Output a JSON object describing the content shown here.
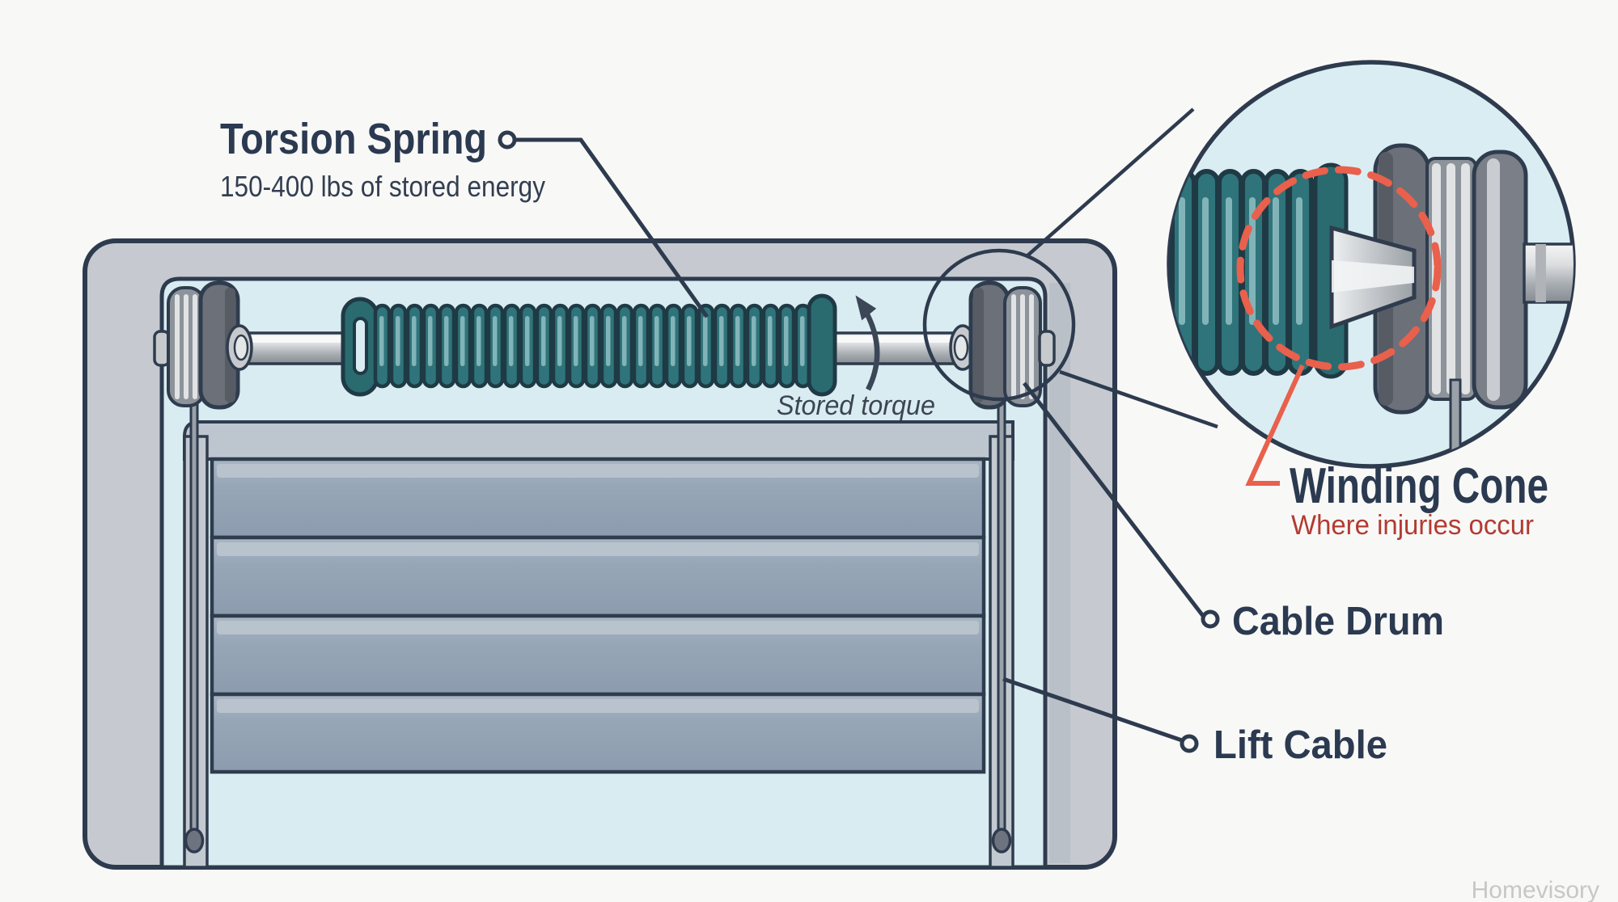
{
  "diagram": {
    "torsion_spring": {
      "title": "Torsion Spring",
      "subtitle": "150-400 lbs of stored energy"
    },
    "stored_torque_label": "Stored torque",
    "winding_cone": {
      "title": "Winding Cone",
      "subtitle": "Where injuries occur"
    },
    "cable_drum_label": "Cable Drum",
    "lift_cable_label": "Lift Cable"
  },
  "watermark": "Homevisory",
  "colors": {
    "background": "#f8f8f7",
    "outline_navy": "#2e3b4e",
    "label_navy": "#2b3a50",
    "frame_gray": "#c6cad0",
    "header_blue": "#d9ecf1",
    "door_panel_blue_gray": "#97a6b7",
    "spring_teal": "#2f747a",
    "danger_red": "#e9604c",
    "danger_text_red": "#b23b31",
    "watermark_gray": "#c7c8c6"
  }
}
